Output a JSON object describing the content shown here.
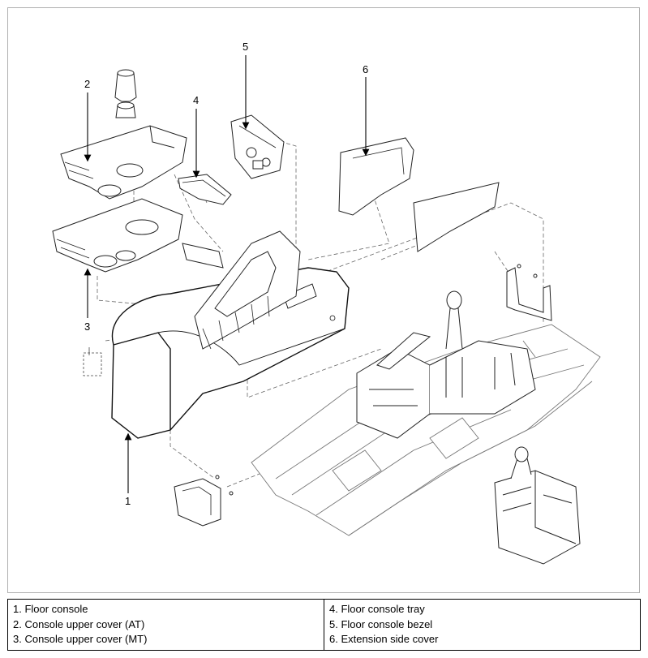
{
  "callouts": {
    "c1": "1",
    "c2": "2",
    "c3": "3",
    "c4": "4",
    "c5": "5",
    "c6": "6"
  },
  "legend": {
    "left": [
      "1. Floor console",
      "2. Console upper cover (AT)",
      "3. Console upper cover (MT)"
    ],
    "right": [
      "4. Floor console tray",
      "5. Floor console bezel",
      "6. Extension side cover"
    ]
  }
}
